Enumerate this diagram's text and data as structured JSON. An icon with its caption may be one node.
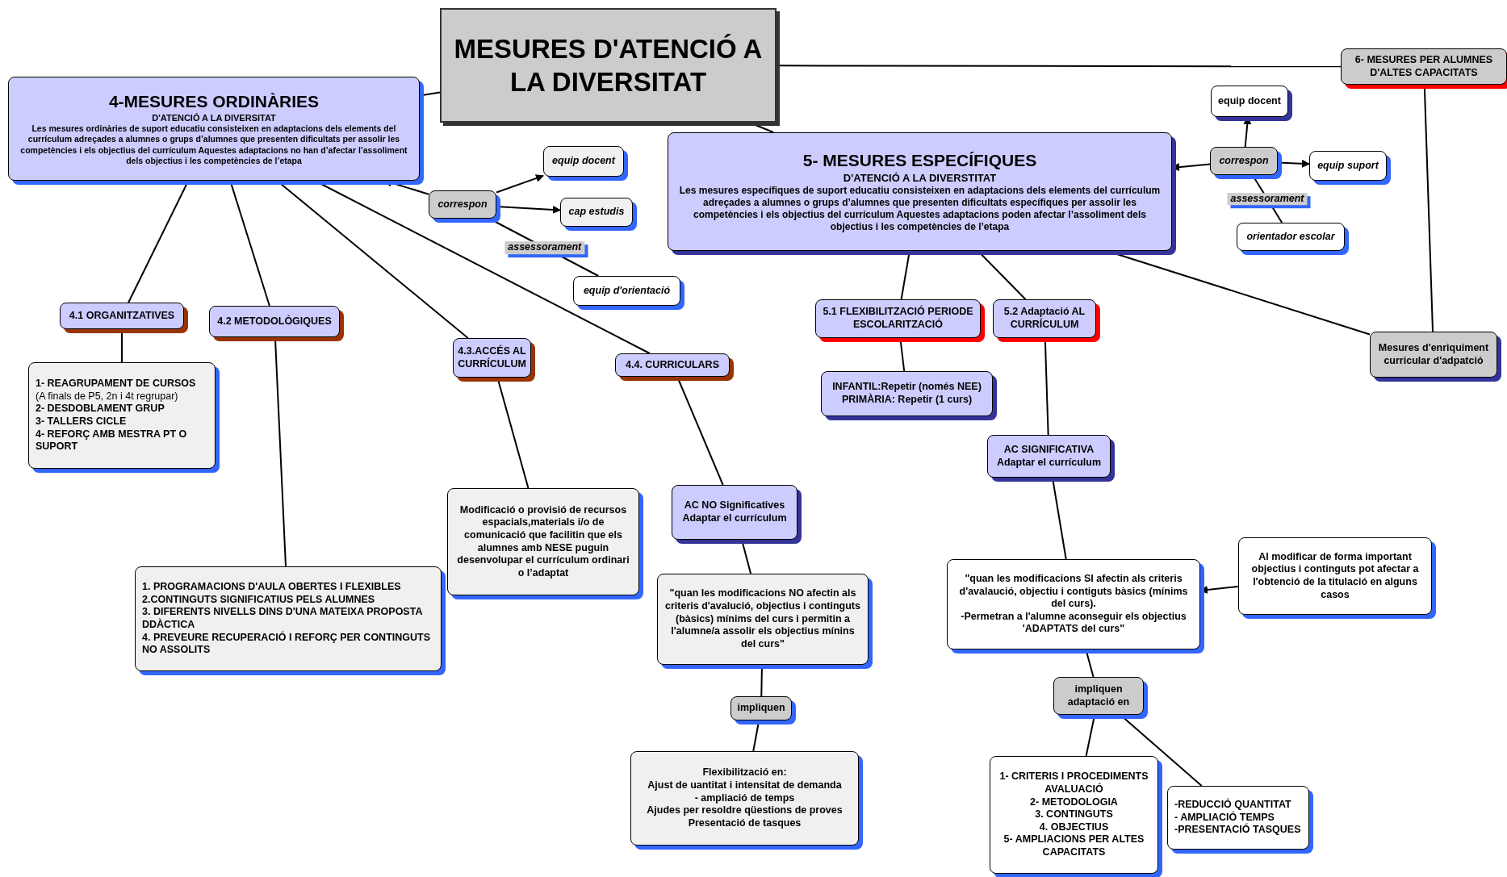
{
  "diagram": {
    "nodes": [
      {
        "text": [
          "MESURES D'ATENCIÓ A LA DIVERSITAT"
        ]
      },
      {
        "text": [
          "4-MESURES ORDINÀRIES",
          "D'ATENCIÓ A LA DIVERSITAT",
          "Les mesures ordinàries de suport educatiu consisteixen en adaptacions dels elements del currículum adreçades a alumnes o grups d’alumnes que presenten dificultats per assolir les competències i els objectius del currículum Aquestes adaptacions no han d’afectar l’assoliment dels objectius i les competències de l’etapa"
        ]
      },
      {
        "text": [
          "correspon"
        ]
      },
      {
        "text": [
          "equip docent"
        ]
      },
      {
        "text": [
          "cap estudis"
        ]
      },
      {
        "text": [
          "equip d'orientació"
        ]
      },
      {
        "text": [
          "4.1 ORGANITZATIVES"
        ]
      },
      {
        "text": [
          "4.2 METODOLÒGIQUES"
        ]
      },
      {
        "text": [
          "4.3.ACCÉS AL CURRÍCULUM"
        ]
      },
      {
        "text": [
          "4.4. CURRICULARS"
        ]
      },
      {
        "text": [
          "1- REAGRUPAMENT DE CURSOS",
          "(A finals de P5, 2n i 4t regrupar)",
          "2- DESDOBLAMENT GRUP",
          "3- TALLERS CICLE",
          "4- REFORÇ AMB MESTRA PT O SUPORT"
        ]
      },
      {
        "text": [
          "1. PROGRAMACIONS D'AULA OBERTES I FLEXIBLES",
          "2.CONTINGUTS SIGNIFICATIUS PELS ALUMNES",
          "3. DIFERENTS NIVELLS DINS D'UNA MATEIXA PROPOSTA DDÀCTICA",
          "4. PREVEURE RECUPERACIÓ I REFORÇ PER CONTINGUTS NO ASSOLITS"
        ]
      },
      {
        "text": [
          "Modificació o provisió de recursos espacials,materials i/o de comunicació que facilitin que els alumnes amb NESE puguin desenvolupar el currículum ordinari o l’adaptat"
        ]
      },
      {
        "text": [
          "AC NO Significatives",
          "Adaptar el currículum"
        ]
      },
      {
        "text": [
          "\"quan les modificacions NO afectin als criteris d'avalució, objectius i continguts (bàsics) mínims del curs i permitin a l'alumne/a assolir els objectius mínins del curs\""
        ]
      },
      {
        "text": [
          "impliquen"
        ]
      },
      {
        "text": [
          "Flexibilització en:",
          "Ajust de uantitat i intensitat de demanda",
          "- ampliació de temps",
          "Ajudes per resoldre qüestions de proves",
          "Presentació de tasques"
        ]
      },
      {
        "text": [
          "5- MESURES ESPECÍFIQUES",
          "D'ATENCIÓ A LA DIVERSTITAT",
          "Les mesures específiques de suport educatiu consisteixen en adaptacions dels elements del currículum adreçades a alumnes o grups d’alumnes que presenten dificultats específiques per assolir les competències i els objectius del currículum Aquestes adaptacions poden afectar l’assoliment dels objectius i les competències de l’etapa"
        ]
      },
      {
        "text": [
          "correspon"
        ]
      },
      {
        "text": [
          "equip docent"
        ]
      },
      {
        "text": [
          "equip suport"
        ]
      },
      {
        "text": [
          "orientador escolar"
        ]
      },
      {
        "text": [
          "6- MESURES PER ALUMNES D'ALTES CAPACITATS"
        ]
      },
      {
        "text": [
          "Mesures d'enriquiment curricular d'adpatció"
        ]
      },
      {
        "text": [
          "5.1 FLEXIBILITZACIÓ PERIODE ESCOLARITZACIÓ"
        ]
      },
      {
        "text": [
          "5.2 Adaptació AL CURRÍCULUM"
        ]
      },
      {
        "text": [
          "INFANTIL:Repetir (només NEE)",
          "PRIMÀRIA: Repetir (1 curs)"
        ]
      },
      {
        "text": [
          "AC SIGNIFICATIVA",
          "Adaptar el currículum"
        ]
      },
      {
        "text": [
          "\"quan les modificacions SI afectin als criteris d'avalaució, objectiu i contiguts bàsics (mínims del curs).",
          "-Permetran a l'alumne aconseguir els objectius 'ADAPTATS del curs\""
        ]
      },
      {
        "text": [
          "Al modificar de forma important objectius i continguts pot afectar a l'obtenció de la titulació en alguns casos"
        ]
      },
      {
        "text": [
          "impliquen adaptació en"
        ]
      },
      {
        "text": [
          "1- CRITERIS I PROCEDIMENTS AVALUACIÓ",
          "2- METODOLOGIA",
          "3. CONTINGUTS",
          "4. OBJECTIUS",
          "5- AMPLIACIONS PER ALTES CAPACITATS"
        ]
      },
      {
        "text": [
          "-REDUCCIÓ QUANTITAT",
          "- AMPLIACIÓ TEMPS",
          "-PRESENTACIÓ TASQUES"
        ]
      }
    ],
    "edges": [
      {
        "from": 0,
        "to": 1,
        "arrow": "none"
      },
      {
        "from": 0,
        "to": 17,
        "arrow": "none"
      },
      {
        "from": 0,
        "to": 22,
        "arrow": "none"
      },
      {
        "from": 1,
        "to": 6,
        "arrow": "none"
      },
      {
        "from": 1,
        "to": 7,
        "arrow": "none"
      },
      {
        "from": 1,
        "to": 8,
        "arrow": "none"
      },
      {
        "from": 1,
        "to": 9,
        "arrow": "none"
      },
      {
        "from": 2,
        "to": 1,
        "arrow": "to"
      },
      {
        "from": 2,
        "to": 3,
        "arrow": "to"
      },
      {
        "from": 2,
        "to": 4,
        "arrow": "to"
      },
      {
        "from": 2,
        "to": 5,
        "arrow": "none",
        "label": "assessorament"
      },
      {
        "from": 6,
        "to": 10,
        "arrow": "none"
      },
      {
        "from": 7,
        "to": 11,
        "arrow": "none"
      },
      {
        "from": 8,
        "to": 12,
        "arrow": "none"
      },
      {
        "from": 9,
        "to": 13,
        "arrow": "none"
      },
      {
        "from": 13,
        "to": 14,
        "arrow": "none"
      },
      {
        "from": 14,
        "to": 15,
        "arrow": "none"
      },
      {
        "from": 15,
        "to": 16,
        "arrow": "none"
      },
      {
        "from": 18,
        "to": 17,
        "arrow": "to"
      },
      {
        "from": 18,
        "to": 19,
        "arrow": "to"
      },
      {
        "from": 18,
        "to": 20,
        "arrow": "to"
      },
      {
        "from": 18,
        "to": 21,
        "arrow": "none",
        "label": "assessorament"
      },
      {
        "from": 17,
        "to": 24,
        "arrow": "none"
      },
      {
        "from": 17,
        "to": 25,
        "arrow": "none"
      },
      {
        "from": 17,
        "to": 23,
        "arrow": "none"
      },
      {
        "from": 22,
        "to": 23,
        "arrow": "none"
      },
      {
        "from": 24,
        "to": 26,
        "arrow": "none"
      },
      {
        "from": 25,
        "to": 27,
        "arrow": "none"
      },
      {
        "from": 27,
        "to": 28,
        "arrow": "none"
      },
      {
        "from": 29,
        "to": 28,
        "arrow": "to"
      },
      {
        "from": 28,
        "to": 30,
        "arrow": "none"
      },
      {
        "from": 30,
        "to": 31,
        "arrow": "none"
      },
      {
        "from": 30,
        "to": 32,
        "arrow": "none"
      }
    ]
  }
}
